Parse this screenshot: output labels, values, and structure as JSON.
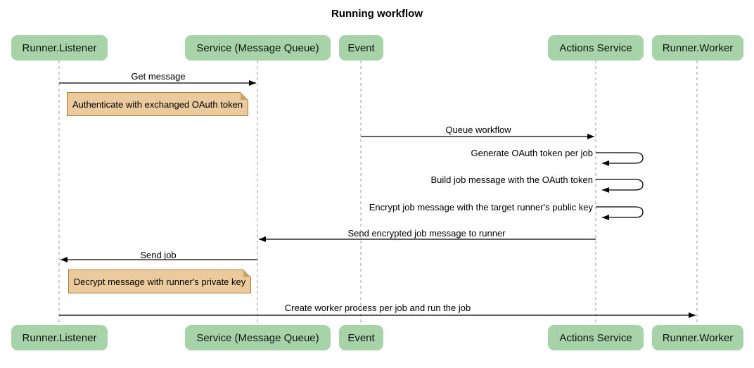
{
  "title": "Running workflow",
  "participants": [
    {
      "label": "Runner.Listener"
    },
    {
      "label": "Service (Message Queue)"
    },
    {
      "label": "Event"
    },
    {
      "label": "Actions Service"
    },
    {
      "label": "Runner.Worker"
    }
  ],
  "messages": [
    {
      "label": "Get message",
      "from": "Runner.Listener",
      "to": "Service (Message Queue)",
      "type": "arrow-right"
    },
    {
      "label": "Queue workflow",
      "from": "Event",
      "to": "Actions Service",
      "type": "arrow-right"
    },
    {
      "label": "Generate OAuth token per job",
      "from": "Actions Service",
      "to": "Actions Service",
      "type": "self-loop"
    },
    {
      "label": "Build job message with the OAuth token",
      "from": "Actions Service",
      "to": "Actions Service",
      "type": "self-loop"
    },
    {
      "label": "Encrypt job message with the target runner's public key",
      "from": "Actions Service",
      "to": "Actions Service",
      "type": "self-loop"
    },
    {
      "label": "Send encrypted job message to runner",
      "from": "Actions Service",
      "to": "Service (Message Queue)",
      "type": "arrow-left"
    },
    {
      "label": "Send job",
      "from": "Service (Message Queue)",
      "to": "Runner.Listener",
      "type": "arrow-left"
    },
    {
      "label": "Create worker process per job and run the job",
      "from": "Runner.Listener",
      "to": "Runner.Worker",
      "type": "arrow-right"
    }
  ],
  "notes": [
    {
      "label": "Authenticate with exchanged OAuth token",
      "anchor": "Runner.Listener"
    },
    {
      "label": "Decrypt message with runner's private key",
      "anchor": "Runner.Listener"
    }
  ],
  "colors": {
    "participant_fill": "#a6d4a8",
    "note_fill": "#ebca9d",
    "note_border": "#a77c32",
    "lifeline": "#999999",
    "arrow": "#000000",
    "background": "#ffffff"
  }
}
